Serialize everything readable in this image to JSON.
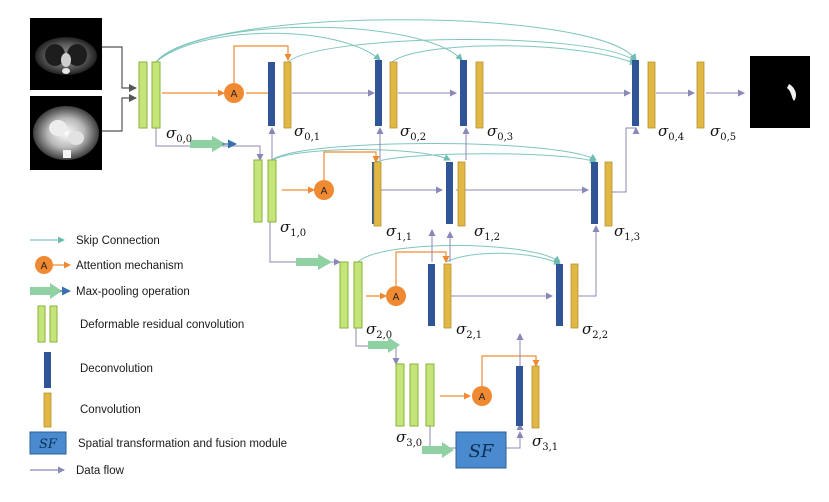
{
  "diagram": {
    "nodes": [
      {
        "id": "s00",
        "base": "σ",
        "sub": "0,0"
      },
      {
        "id": "s01",
        "base": "σ",
        "sub": "0,1"
      },
      {
        "id": "s02",
        "base": "σ",
        "sub": "0,2"
      },
      {
        "id": "s03",
        "base": "σ",
        "sub": "0,3"
      },
      {
        "id": "s04",
        "base": "σ",
        "sub": "0,4"
      },
      {
        "id": "s05",
        "base": "σ",
        "sub": "0,5"
      },
      {
        "id": "s10",
        "base": "σ",
        "sub": "1,0"
      },
      {
        "id": "s11",
        "base": "σ",
        "sub": "1,1"
      },
      {
        "id": "s12",
        "base": "σ",
        "sub": "1,2"
      },
      {
        "id": "s13",
        "base": "σ",
        "sub": "1,3"
      },
      {
        "id": "s20",
        "base": "σ",
        "sub": "2,0"
      },
      {
        "id": "s21",
        "base": "σ",
        "sub": "2,1"
      },
      {
        "id": "s22",
        "base": "σ",
        "sub": "2,2"
      },
      {
        "id": "s30",
        "base": "σ",
        "sub": "3,0"
      },
      {
        "id": "s31",
        "base": "σ",
        "sub": "3,1"
      }
    ],
    "attention_letter": "A",
    "sf_label": "SF"
  },
  "legend": {
    "skip": "Skip Connection",
    "attention": "Attention mechanism",
    "maxpool": "Max-pooling operation",
    "deform": "Deformable residual convolution",
    "deconv": "Deconvolution",
    "conv": "Convolution",
    "sf": "Spatial transformation and fusion module",
    "dataflow": "Data flow"
  },
  "colors": {
    "green_block": "#c5e57b",
    "green_border": "#88b23c",
    "blue_block": "#2f5597",
    "gold_block": "#e1b745",
    "attention": "#f08a32",
    "skip": "#7fc6bd",
    "flow": "#8a88b8",
    "maxpool": "#8fd1a2",
    "sf": "#4a8bd0"
  }
}
